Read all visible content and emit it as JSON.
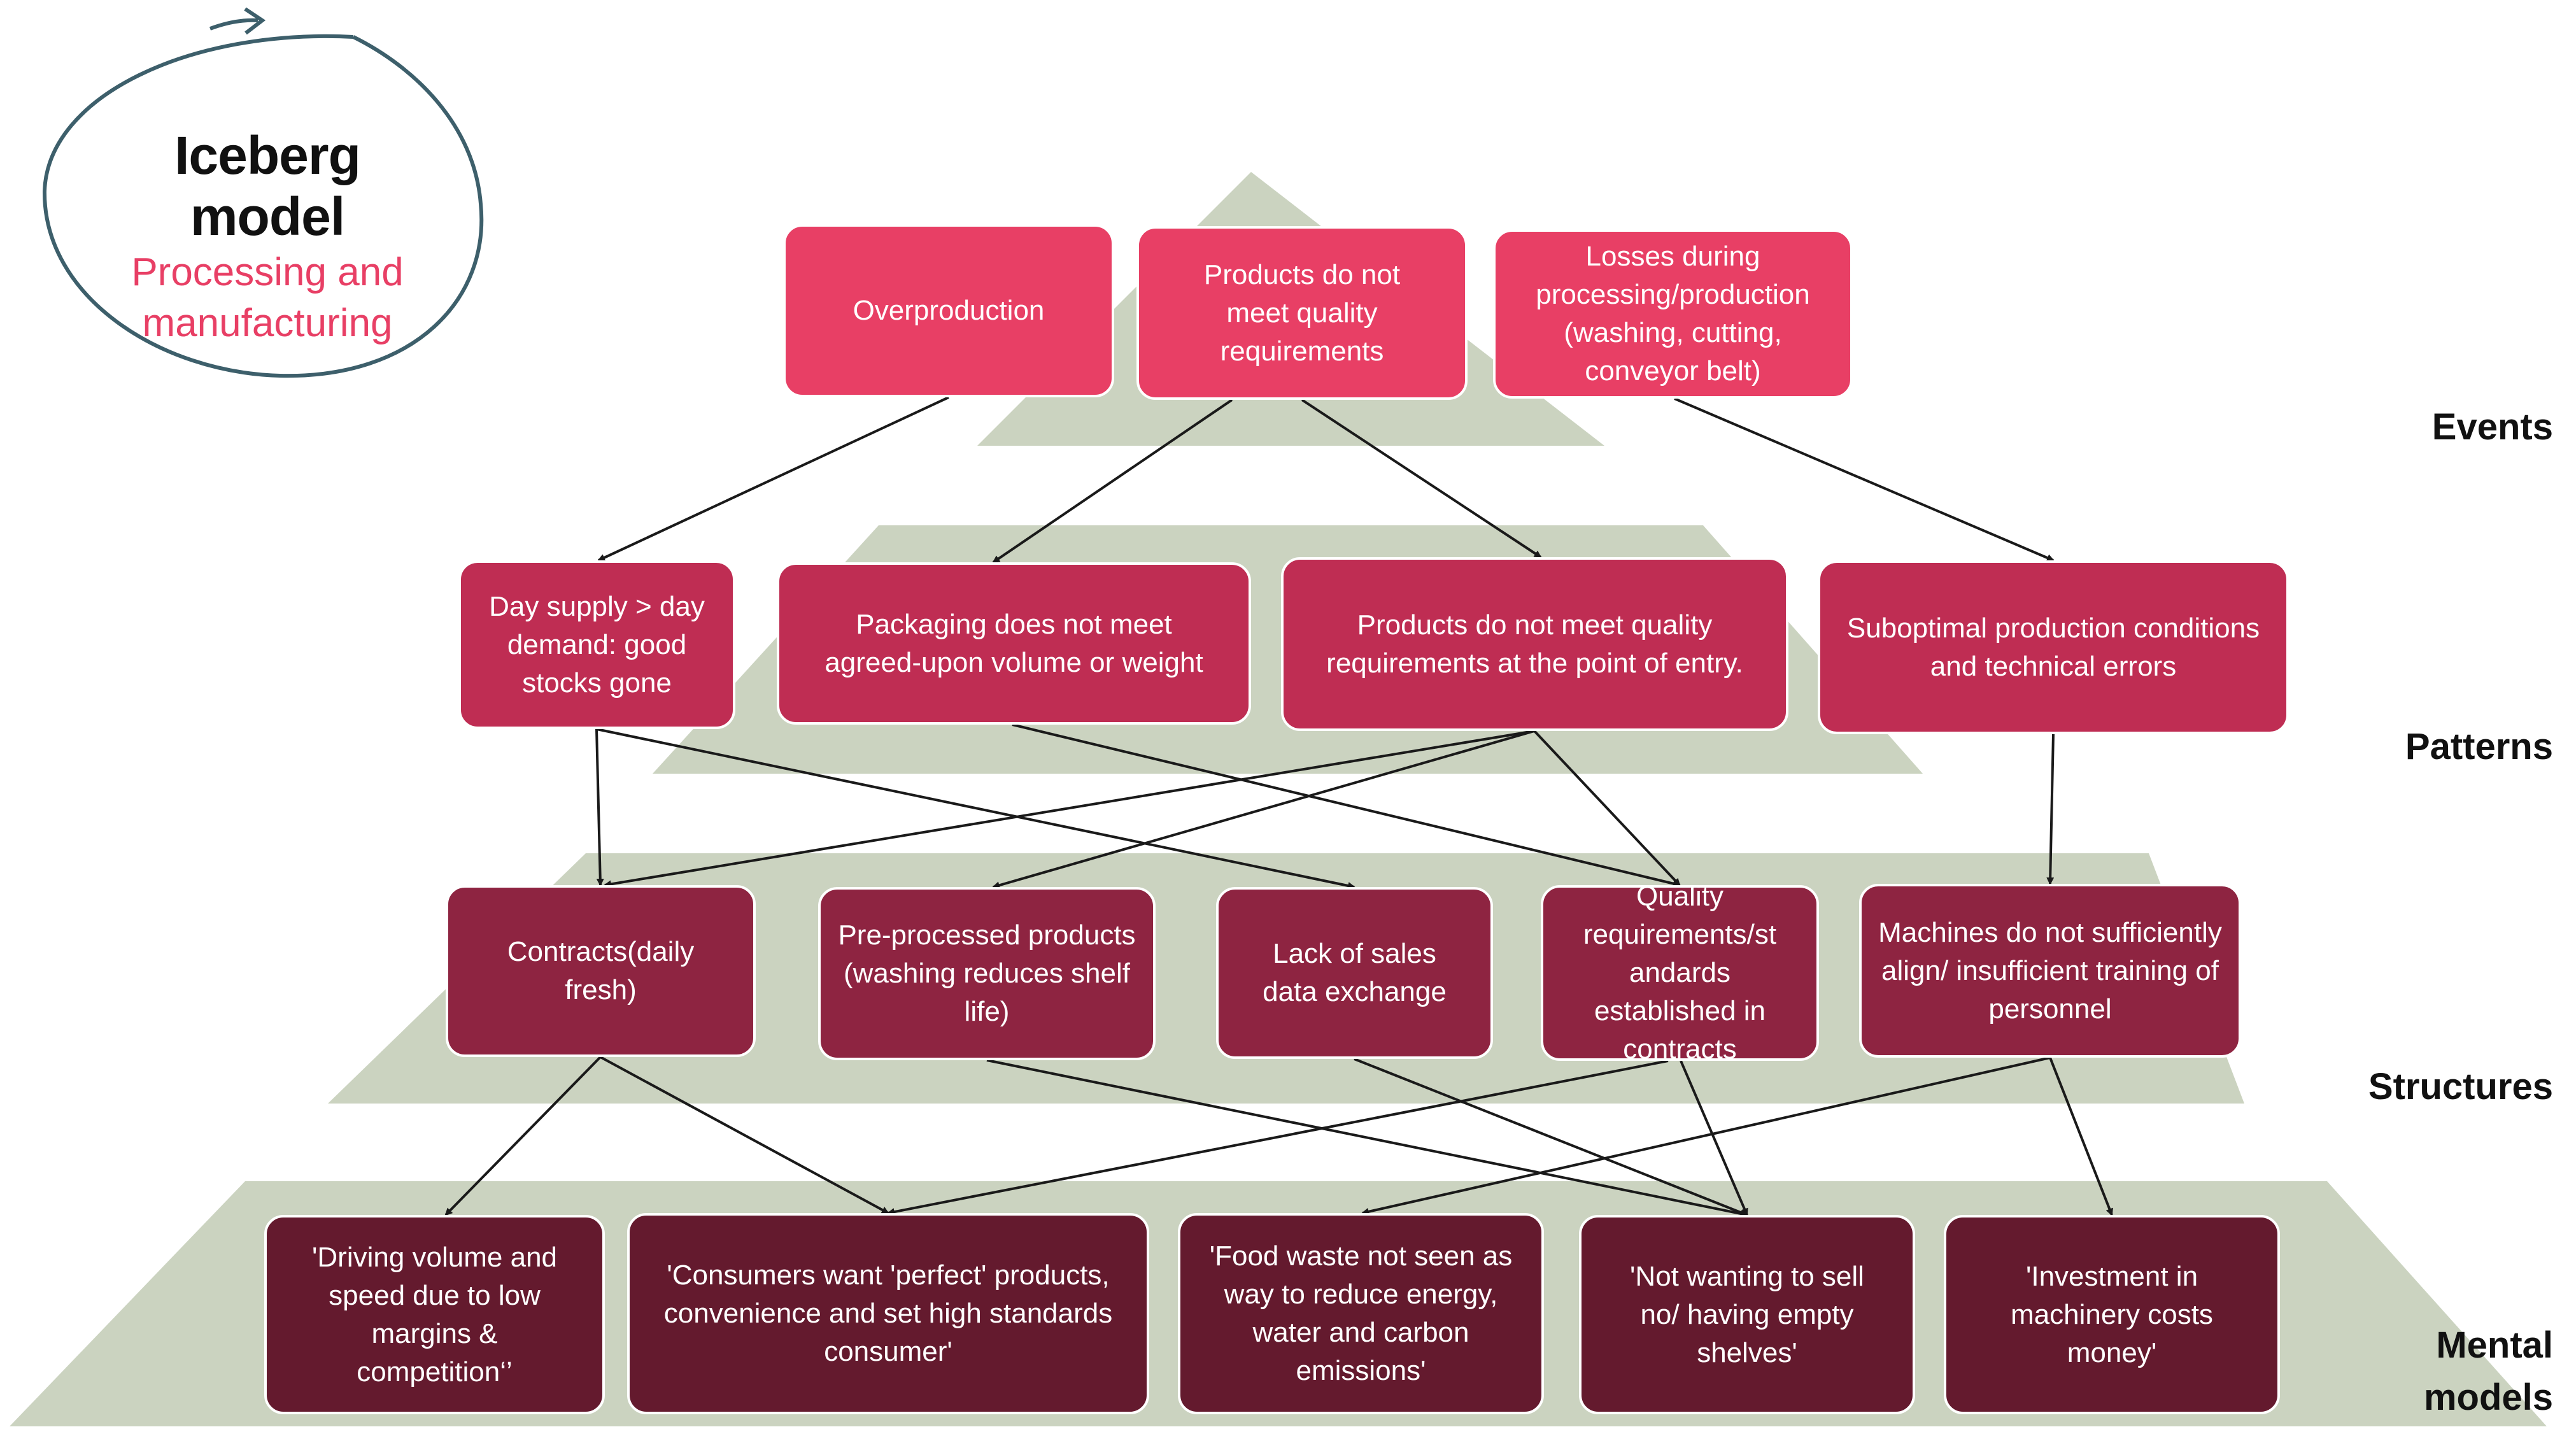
{
  "title": {
    "main": "Iceberg model",
    "sub_line1": "Processing and",
    "sub_line2": "manufacturing"
  },
  "colors": {
    "pyramid": "#cbd3c0",
    "events_box": "#e83f65",
    "patterns_box": "#bf2d53",
    "structures_box": "#8e2441",
    "mental_models_box": "#641a2e",
    "subtitle": "#e83f65",
    "arrow": "#1a1a1a",
    "title_circle": "#3d5f6b"
  },
  "levels": {
    "events": "Events",
    "patterns": "Patterns",
    "structures": "Structures",
    "mental_line1": "Mental",
    "mental_line2": "models"
  },
  "nodes": {
    "overproduction": "Overproduction",
    "products_not_meet_quality": "Products do not meet quality requirements",
    "losses_processing": "Losses during processing/production (washing, cutting, conveyor belt)",
    "day_supply": "Day supply > day demand: good stocks gone",
    "packaging": "Packaging does not meet agreed-upon volume or weight",
    "quality_point_of_entry": "Products do not meet quality requirements at the point of entry.",
    "suboptimal_production": "Suboptimal production conditions and technical errors",
    "contracts_daily": "Contracts(daily fresh)",
    "pre_processed": "Pre-processed products (washing reduces shelf life)",
    "lack_sales_data": "Lack of sales data exchange",
    "quality_standards": "Quality requirements/st andards established in contracts",
    "machines_align": "Machines do not sufficiently align/ insufficient training of personnel",
    "driving_volume": "'Driving volume and speed due to low margins & competition‘’",
    "consumers_want": "'Consumers want 'perfect' products, convenience and set high standards consumer'",
    "food_waste": "'Food waste not seen as way to reduce energy, water and carbon emissions'",
    "not_wanting_sell": "'Not wanting to sell no/ having empty shelves'",
    "investment": "'Investment in machinery costs money'"
  },
  "edges": [
    [
      "overproduction",
      "day_supply"
    ],
    [
      "products_not_meet_quality",
      "packaging"
    ],
    [
      "products_not_meet_quality",
      "quality_point_of_entry"
    ],
    [
      "losses_processing",
      "suboptimal_production"
    ],
    [
      "day_supply",
      "contracts_daily"
    ],
    [
      "day_supply",
      "lack_sales_data"
    ],
    [
      "packaging",
      "quality_standards"
    ],
    [
      "quality_point_of_entry",
      "contracts_daily"
    ],
    [
      "quality_point_of_entry",
      "pre_processed"
    ],
    [
      "quality_point_of_entry",
      "quality_standards"
    ],
    [
      "suboptimal_production",
      "machines_align"
    ],
    [
      "contracts_daily",
      "driving_volume"
    ],
    [
      "contracts_daily",
      "consumers_want"
    ],
    [
      "quality_standards",
      "consumers_want"
    ],
    [
      "quality_standards",
      "not_wanting_sell"
    ],
    [
      "pre_processed",
      "not_wanting_sell"
    ],
    [
      "lack_sales_data",
      "not_wanting_sell"
    ],
    [
      "machines_align",
      "food_waste"
    ],
    [
      "machines_align",
      "investment"
    ]
  ]
}
